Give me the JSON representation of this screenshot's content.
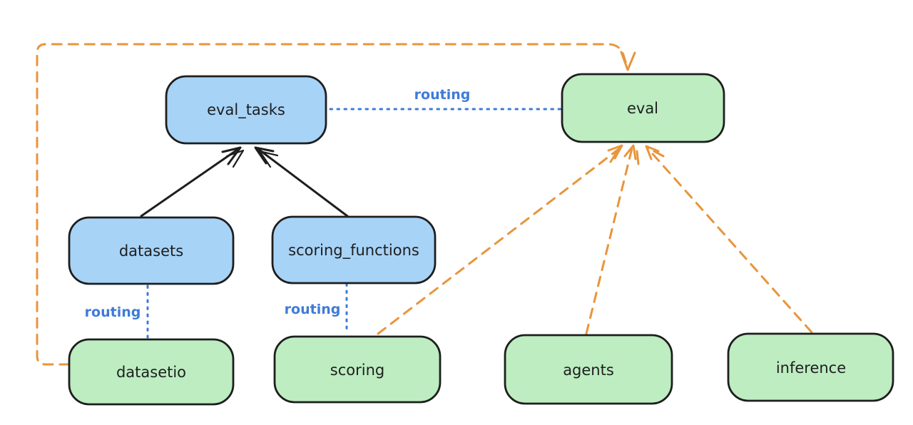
{
  "diagram": {
    "background_color": "#ffffff",
    "colors": {
      "node_stroke": "#1e1e1e",
      "blue_node_fill": "#a7d3f7",
      "green_node_fill": "#bdedc1",
      "black_arrow": "#1e1e1e",
      "orange_dashed_arrow": "#e8953c",
      "blue_routing": "#3e7bd6"
    },
    "nodes": {
      "eval_tasks": {
        "label": "eval_tasks",
        "fill": "#a7d3f7"
      },
      "eval": {
        "label": "eval",
        "fill": "#bdedc1"
      },
      "datasets": {
        "label": "datasets",
        "fill": "#a7d3f7"
      },
      "scoring_functions": {
        "label": "scoring_functions",
        "fill": "#a7d3f7"
      },
      "datasetio": {
        "label": "datasetio",
        "fill": "#bdedc1"
      },
      "scoring": {
        "label": "scoring",
        "fill": "#bdedc1"
      },
      "agents": {
        "label": "agents",
        "fill": "#bdedc1"
      },
      "inference": {
        "label": "inference",
        "fill": "#bdedc1"
      }
    },
    "edge_labels": {
      "eval_tasks_to_eval": "routing",
      "datasets_to_datasetio": "routing",
      "scoring_functions_to_scoring": "routing"
    }
  }
}
